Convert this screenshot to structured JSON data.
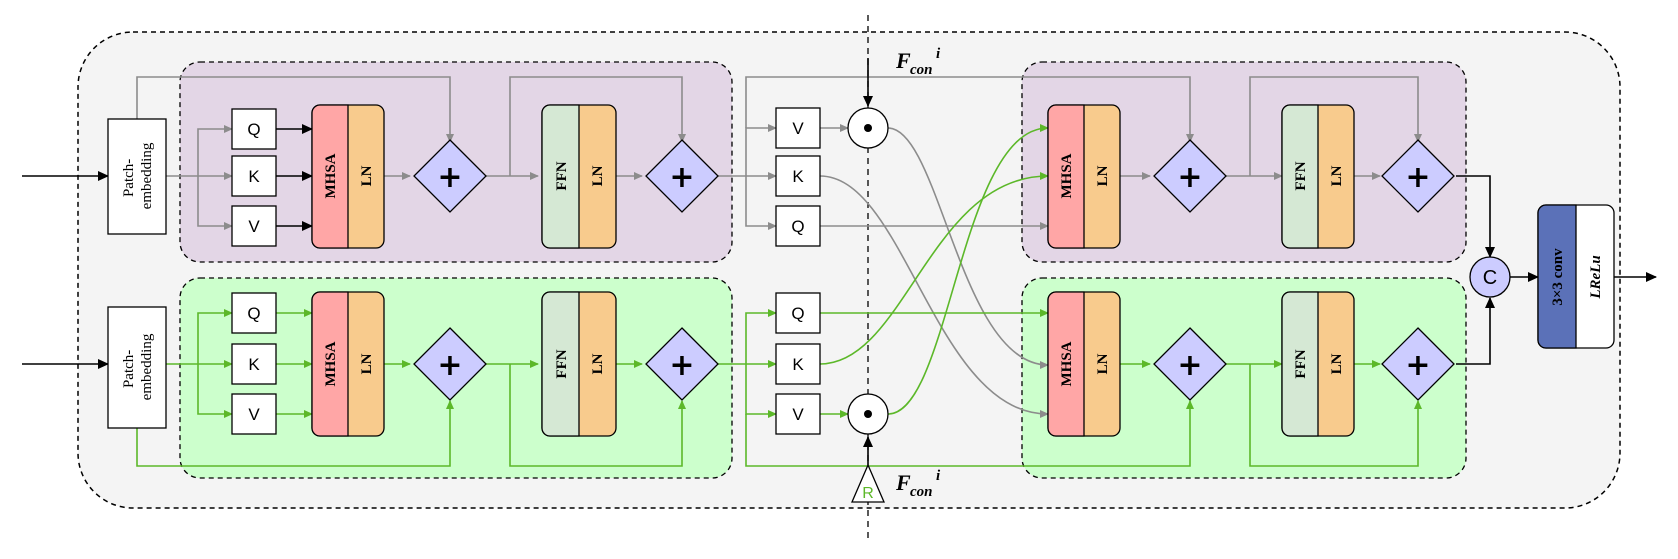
{
  "colors": {
    "gray": "#8c8c8c",
    "green": "#5cb829",
    "purple_bg": "#e3d6e6",
    "green_bg": "#ccffcc",
    "outer_bg": "#f4f4f4",
    "mhsa": "#ffa6a6",
    "ln": "#f8cb8d",
    "ffn": "#d5e8d4",
    "adder": "#ccccff",
    "conv": "#5b71b8"
  },
  "labels": {
    "patch_embedding_line1": "Patch-",
    "patch_embedding_line2": "embedding",
    "q": "Q",
    "k": "K",
    "v": "V",
    "mhsa": "MHSA",
    "ln": "LN",
    "ffn": "FFN",
    "plus": "+",
    "dot": "•",
    "concat": "C",
    "conv": "3×3 conv",
    "lrelu": "LReLu",
    "r": "R",
    "fcon_main": "F",
    "fcon_sub": "con",
    "fcon_sup": "i"
  }
}
